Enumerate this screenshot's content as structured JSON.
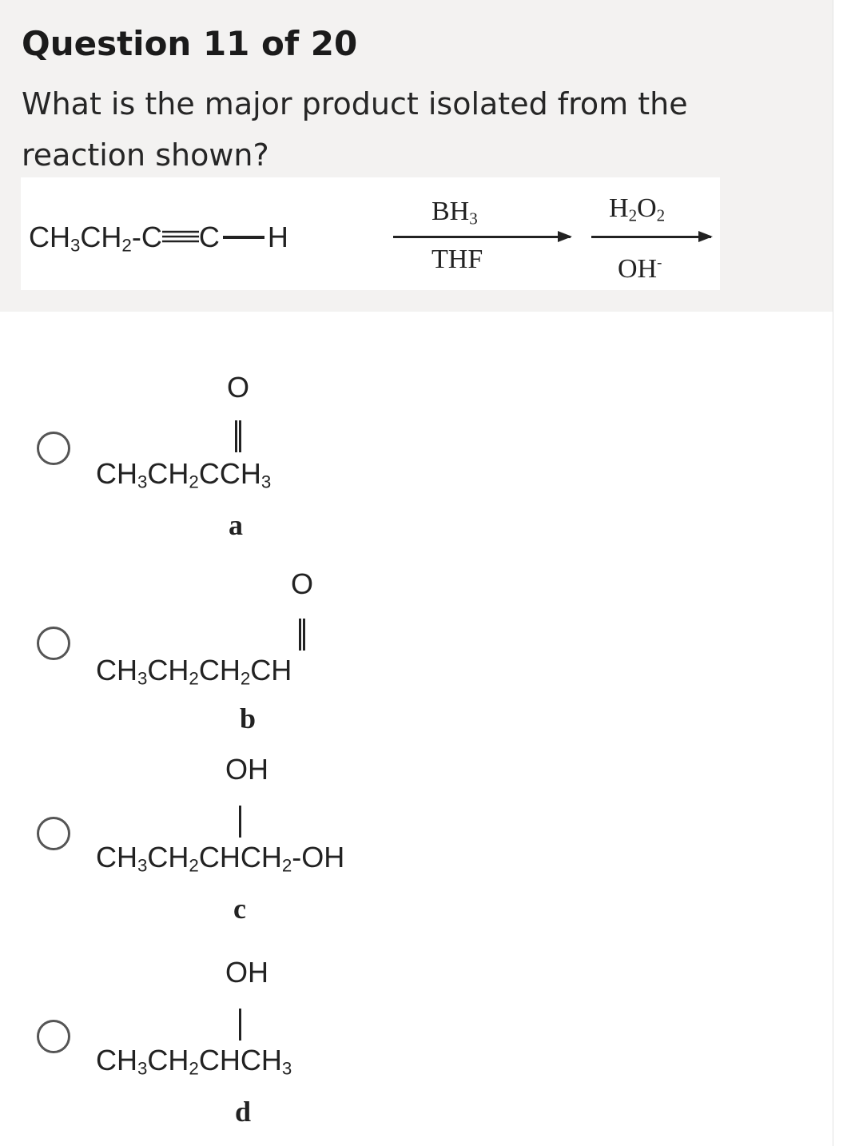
{
  "question": {
    "title": "Question 11 of 20",
    "text": "What is the major product isolated from the reaction shown?"
  },
  "reaction": {
    "reactant": {
      "ch": "CH",
      "ch_sub": "3",
      "ch2": "CH",
      "ch2_sub": "2",
      "c1": "C",
      "c2": "C",
      "h": "H"
    },
    "reagent1": {
      "top": "BH",
      "top_sub": "3",
      "bottom": "THF"
    },
    "reagent2": {
      "top_h": "H",
      "top_h_sub": "2",
      "top_o": "O",
      "top_o_sub": "2",
      "bottom": "OH",
      "bottom_sup": "-"
    }
  },
  "options": [
    {
      "letter": "a",
      "oxygen": "O",
      "parts": [
        "CH",
        "3",
        "CH",
        "2",
        "CCH",
        "3"
      ]
    },
    {
      "letter": "b",
      "oxygen": "O",
      "parts": [
        "CH",
        "3",
        "CH",
        "2",
        "CH",
        "2",
        "CH"
      ]
    },
    {
      "letter": "c",
      "oxygen": "OH",
      "parts": [
        "CH",
        "3",
        "CH",
        "2",
        "CHCH",
        "2",
        "OH"
      ]
    },
    {
      "letter": "d",
      "oxygen": "OH",
      "parts": [
        "CH",
        "3",
        "CH",
        "2",
        "CHCH",
        "3"
      ]
    }
  ],
  "colors": {
    "panel": "#f3f2f1",
    "radio_border": "#555555",
    "text": "#1b1b1b"
  }
}
